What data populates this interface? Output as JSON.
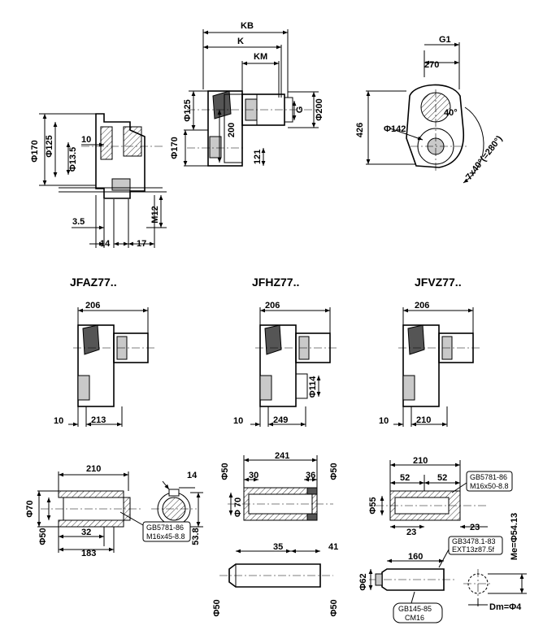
{
  "titles": {
    "jfaz": "JFAZ77..",
    "jfhz": "JFHZ77..",
    "jfvz": "JFVZ77.."
  },
  "top_view": {
    "kb": "KB",
    "k": "K",
    "km": "KM",
    "g": "G",
    "phi200": "Φ200",
    "phi125": "Φ125",
    "phi170": "Φ170",
    "d200": "200",
    "d121": "121"
  },
  "left_detail": {
    "phi170": "Φ170",
    "phi125": "Φ125",
    "phi13_5": "Φ13.5",
    "d10": "10",
    "d3_5": "3.5",
    "m12": "M12",
    "d14": "14",
    "d17": "17"
  },
  "right_view": {
    "g1": "G1",
    "d270": "270",
    "d426": "426",
    "phi142": "Φ142",
    "deg40": "40°",
    "holes": "7x40°(=280°)"
  },
  "jfaz": {
    "w206": "206",
    "d10": "10",
    "d213": "213"
  },
  "jfhz": {
    "w206": "206",
    "d10": "10",
    "d249": "249",
    "phi114": "Φ114"
  },
  "jfvz": {
    "w206": "206",
    "d10": "10",
    "d210": "210"
  },
  "shaft_a": {
    "d210": "210",
    "d14": "14",
    "phi70": "Φ70",
    "phi50": "Φ50",
    "d32": "32",
    "d183": "183",
    "d53_8": "53.8",
    "note": "GB5781-86\nM16x45-8.8"
  },
  "shaft_h": {
    "d241": "241",
    "d30": "30",
    "d36": "36",
    "phi50a": "Φ50",
    "phi50b": "Φ50",
    "phi70": "Φ 70",
    "d35": "35",
    "d41": "41",
    "phi50c": "Φ50",
    "phi50d": "Φ50"
  },
  "shaft_v": {
    "d210": "210",
    "d52a": "52",
    "d52b": "52",
    "phi55": "Φ55",
    "d23a": "23",
    "d23b": "23",
    "d160": "160",
    "phi62": "Φ62",
    "me": "Me=Φ54.13",
    "dm": "Dm=Φ4",
    "note1": "GB5781-86\nM16x50-8.8",
    "note2": "GB3478.1-83\nEXT13z87.5f",
    "note3": "GB145-85\nCM16"
  }
}
